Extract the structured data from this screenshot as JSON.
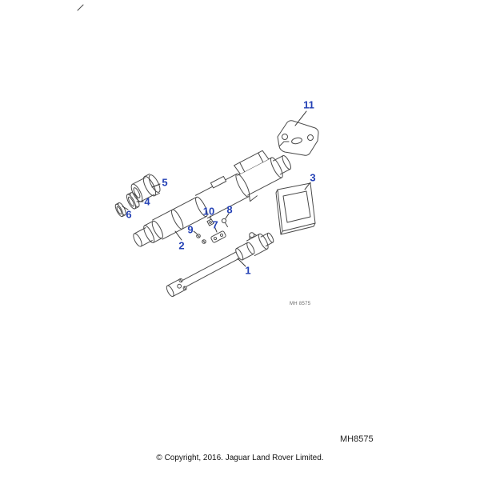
{
  "page": {
    "accent_color": "#2441b5",
    "line_color": "#4a4a4a"
  },
  "diagram": {
    "plate_ref": "MH 8575",
    "callouts": [
      {
        "number": "1"
      },
      {
        "number": "2"
      },
      {
        "number": "3"
      },
      {
        "number": "4"
      },
      {
        "number": "5"
      },
      {
        "number": "6"
      },
      {
        "number": "7"
      },
      {
        "number": "8"
      },
      {
        "number": "9"
      },
      {
        "number": "10"
      },
      {
        "number": "11"
      }
    ]
  },
  "footer": {
    "code": "MH8575",
    "copyright": "© Copyright, 2016. Jaguar Land Rover Limited."
  }
}
